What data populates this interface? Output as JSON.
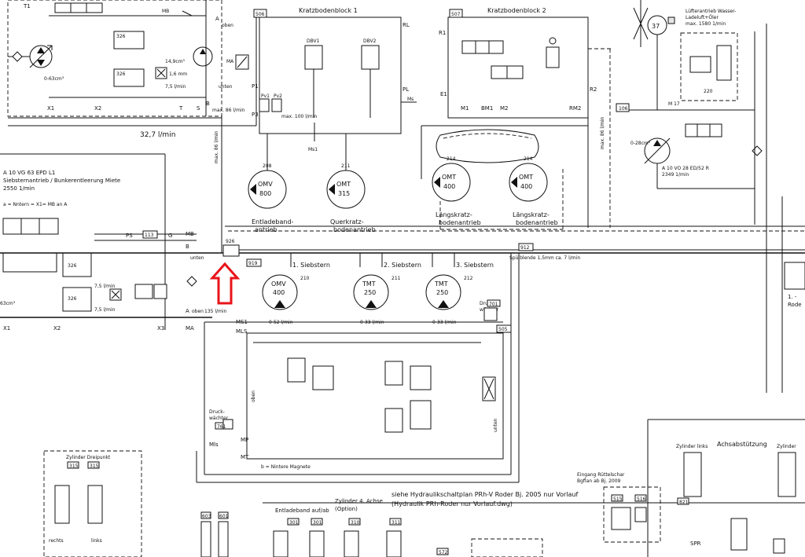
{
  "blocks": {
    "left_block": {
      "flow": "32,7 l/min"
    },
    "kratz1": {
      "ref": "506",
      "title": "Kratzbodenblock 1"
    },
    "kratz2": {
      "ref": "507",
      "title": "Kratzbodenblock 2"
    }
  },
  "pumps": {
    "main_pump": {
      "model": "A 10 VG 63 EPD L1",
      "desc": "Siebsternantrieb / Bunkerentleerung Miete",
      "rpm": "2550 1/min",
      "note": "a = Nntern = X1= MB an A"
    },
    "right_pump": {
      "model": "A 10 VO 28 ED/52 R",
      "rpm": "2349 1/min",
      "disp": "0-28cm³",
      "ref": "106"
    },
    "fan": {
      "num": "37",
      "desc1": "Lüfterantrieb Wasser-",
      "desc2": "Ladeluft+Öler",
      "rpm": "max. 1580 1/min"
    }
  },
  "motors": [
    {
      "ref": "208",
      "type": "OMV",
      "size": "800",
      "label1": "Entladeband-",
      "label2": "antrieb"
    },
    {
      "ref": "211",
      "type": "OMT",
      "size": "315",
      "label1": "Querkratz-",
      "label2": "bodenantrieb"
    },
    {
      "ref": "214",
      "type": "OMT",
      "size": "400",
      "label1": "Längskratz-",
      "label2": "bodenantrieb"
    },
    {
      "ref": "214",
      "type": "OMT",
      "size": "400",
      "label1": "Längskratz-",
      "label2": "bodenantrieb"
    }
  ],
  "sieve_motors": [
    {
      "ref": "210",
      "type": "OMV",
      "size": "400",
      "label": "1. Siebstern",
      "range": "0-52 l/min"
    },
    {
      "ref": "211",
      "type": "TMT",
      "size": "250",
      "label": "2. Siebstern",
      "range": "0-33 l/min"
    },
    {
      "ref": "212",
      "type": "TMT",
      "size": "250",
      "label": "3. Siebstern",
      "range": "0-33 l/min"
    }
  ],
  "labels": {
    "spuelblende": "Spülblende 1,5mm ca. 7 l/min",
    "unten": "unten",
    "oben": "oben",
    "b_magnet": "b = Nintere Magnete",
    "flow_86a": "max. 86 l/min",
    "flow_86b": "max. 86 l/min",
    "flow_100": "max. 100 l/min",
    "flow_75a": "7,5 l/min",
    "flow_75b": "7,5 l/min",
    "flow_145": "14,9cm³",
    "pressure_2550": "a 86 l/min",
    "lower_flow": "135 l/min",
    "siehe1": "siehe Hydraulikschaltplan PRh-V Roder Bj. 2005 nur Vorlauf",
    "siehe2": "(Hydraulik PRh-Roder nur Vorlauf.dwg)",
    "eingang1": "Eingang Rüttelschar",
    "eingang2": "Bgflan ab Bj. 2009",
    "achs": "Achsabstützung",
    "zyl_links": "Zylinder links",
    "zyl_rechts": "Zylinder",
    "zyl_drei": "Zylinder Dreipunkt",
    "rechts": "rechts",
    "links": "links",
    "entlade_auf": "Entladeband auf/ab",
    "zyl_achse1": "Zylinder 4. Achse",
    "zyl_achse2": "(Option)",
    "rode": "Rode",
    "rode_num": "1. -"
  },
  "refs": {
    "r919": "919",
    "r912": "912",
    "r926": "926",
    "r505": "505",
    "r701": "701",
    "r761": "761",
    "r603": "603",
    "r601": "601",
    "r301a": "301",
    "r301b": "301",
    "r310": "310",
    "r311": "311",
    "r315a": "315",
    "r315b": "315",
    "r515": "515",
    "r516": "516",
    "r821": "821",
    "r572": "572",
    "r113": "113",
    "r106": "106"
  },
  "ports": {
    "A": "A",
    "B": "B",
    "G": "G",
    "MB": "MB",
    "MA": "MA",
    "T": "T",
    "S": "S",
    "PL": "PL",
    "RL": "RL",
    "R1": "R1",
    "E1": "E1",
    "M1": "M1",
    "BM1": "BM1",
    "M2": "M2",
    "RM2": "RM2",
    "R2": "R2",
    "X1": "X1",
    "X2": "X2",
    "X3": "X3",
    "PS": "PS",
    "P1": "P1",
    "P3": "P3",
    "MS1": "MS1",
    "MLS": "MLS",
    "MP": "MP",
    "MT": "MT",
    "Mls": "Mls",
    "SPR": "SPR"
  },
  "annotation": {
    "arrow_color": "#e8141a"
  }
}
